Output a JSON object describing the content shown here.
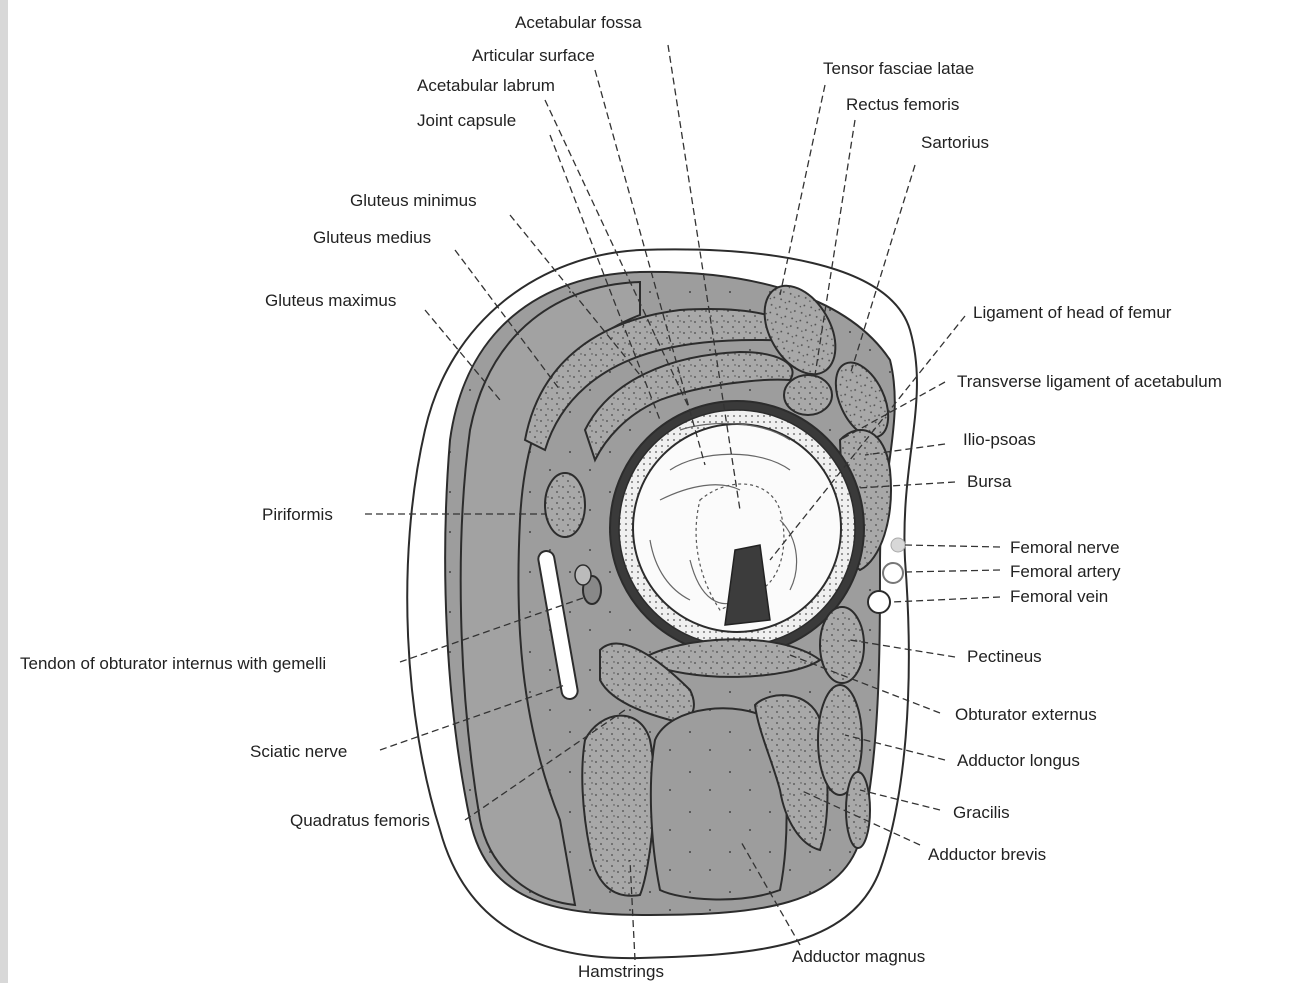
{
  "labels": {
    "acetabular_fossa": "Acetabular fossa",
    "articular_surface": "Articular surface",
    "acetabular_labrum": "Acetabular labrum",
    "joint_capsule": "Joint capsule",
    "gluteus_minimus": "Gluteus minimus",
    "gluteus_medius": "Gluteus medius",
    "gluteus_maximus": "Gluteus maximus",
    "piriformis": "Piriformis",
    "tendon_obturator_internus": "Tendon of obturator internus with gemelli",
    "sciatic_nerve": "Sciatic nerve",
    "quadratus_femoris": "Quadratus femoris",
    "hamstrings": "Hamstrings",
    "adductor_magnus": "Adductor magnus",
    "tensor_fasciae_latae": "Tensor fasciae latae",
    "rectus_femoris": "Rectus femoris",
    "sartorius": "Sartorius",
    "ligament_head_femur": "Ligament of head of femur",
    "transverse_ligament": "Transverse ligament of acetabulum",
    "ilio_psoas": "Ilio-psoas",
    "bursa": "Bursa",
    "femoral_nerve": "Femoral nerve",
    "femoral_artery": "Femoral artery",
    "femoral_vein": "Femoral vein",
    "pectineus": "Pectineus",
    "obturator_externus": "Obturator externus",
    "adductor_longus": "Adductor longus",
    "gracilis": "Gracilis",
    "adductor_brevis": "Adductor brevis"
  },
  "colors": {
    "muscle_fill": "#9b9b9b",
    "skin_fill": "#ffffff",
    "outline": "#2c2c2c",
    "joint_fill": "#f4f4f4"
  }
}
